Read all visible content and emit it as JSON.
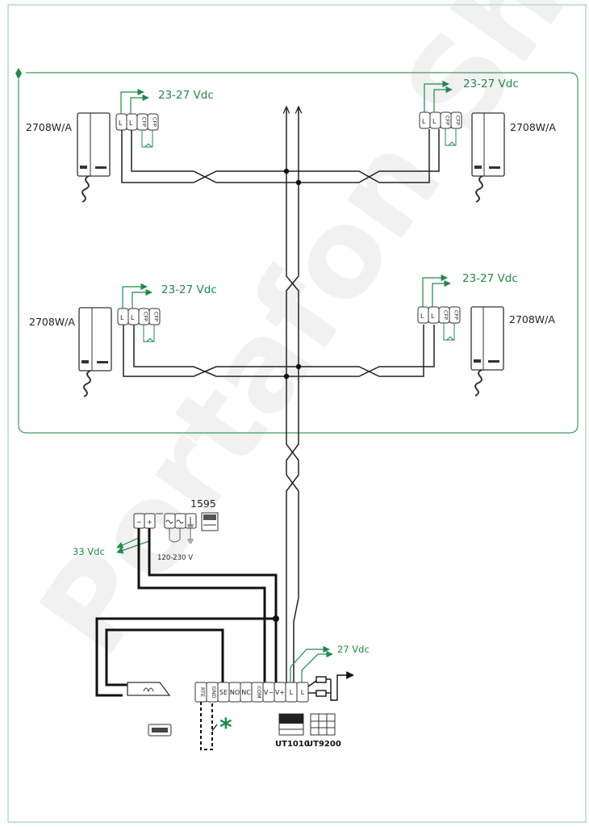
{
  "watermark": "Portafon Shop",
  "monitors": [
    {
      "model": "2708W/A",
      "supply": "23-27 Vdc",
      "terminals": [
        "L",
        "L",
        "CFP",
        "CFP"
      ]
    },
    {
      "model": "2708W/A",
      "supply": "23-27 Vdc",
      "terminals": [
        "L",
        "L",
        "CFP",
        "CFP"
      ]
    },
    {
      "model": "2708W/A",
      "supply": "23-27 Vdc",
      "terminals": [
        "L",
        "L",
        "CFP",
        "CFP"
      ]
    },
    {
      "model": "2708W/A",
      "supply": "23-27 Vdc",
      "terminals": [
        "L",
        "L",
        "CFP",
        "CFP"
      ]
    }
  ],
  "power_supply": {
    "model": "1595",
    "output": "33 Vdc",
    "mains": "120-230 V",
    "terminals": [
      "−",
      "+"
    ]
  },
  "door_unit": {
    "output": "27 Vdc",
    "terminals": [
      "RTE",
      "GND",
      "SE",
      "NO",
      "NC",
      "COM",
      "V−",
      "V+",
      "L",
      "L"
    ],
    "modules": [
      "UT1010",
      "UT9200"
    ],
    "note_symbol": "*"
  }
}
